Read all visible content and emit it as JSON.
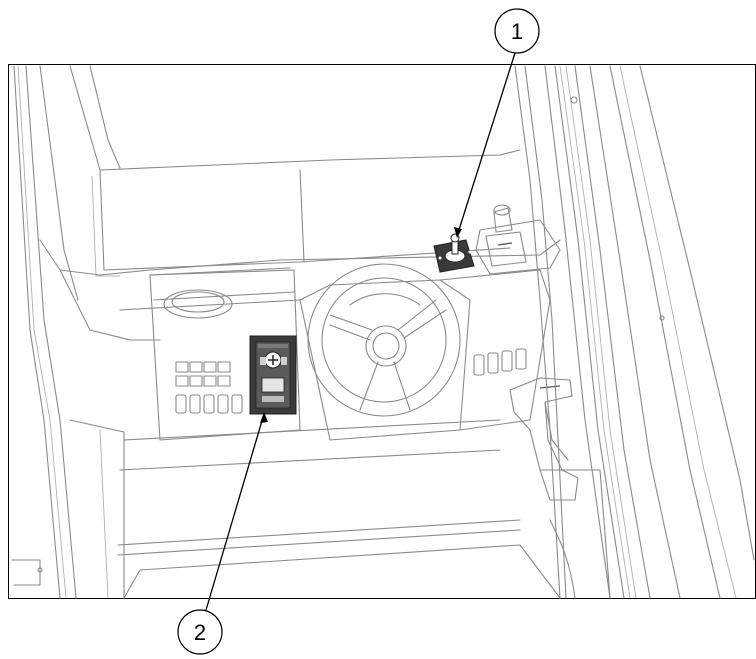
{
  "callouts": [
    {
      "id": "1",
      "label": "1"
    },
    {
      "id": "2",
      "label": "2"
    }
  ],
  "colors": {
    "line": "#8a8a8a",
    "panel_dark": "#3a3a3a",
    "leader": "#000000"
  }
}
